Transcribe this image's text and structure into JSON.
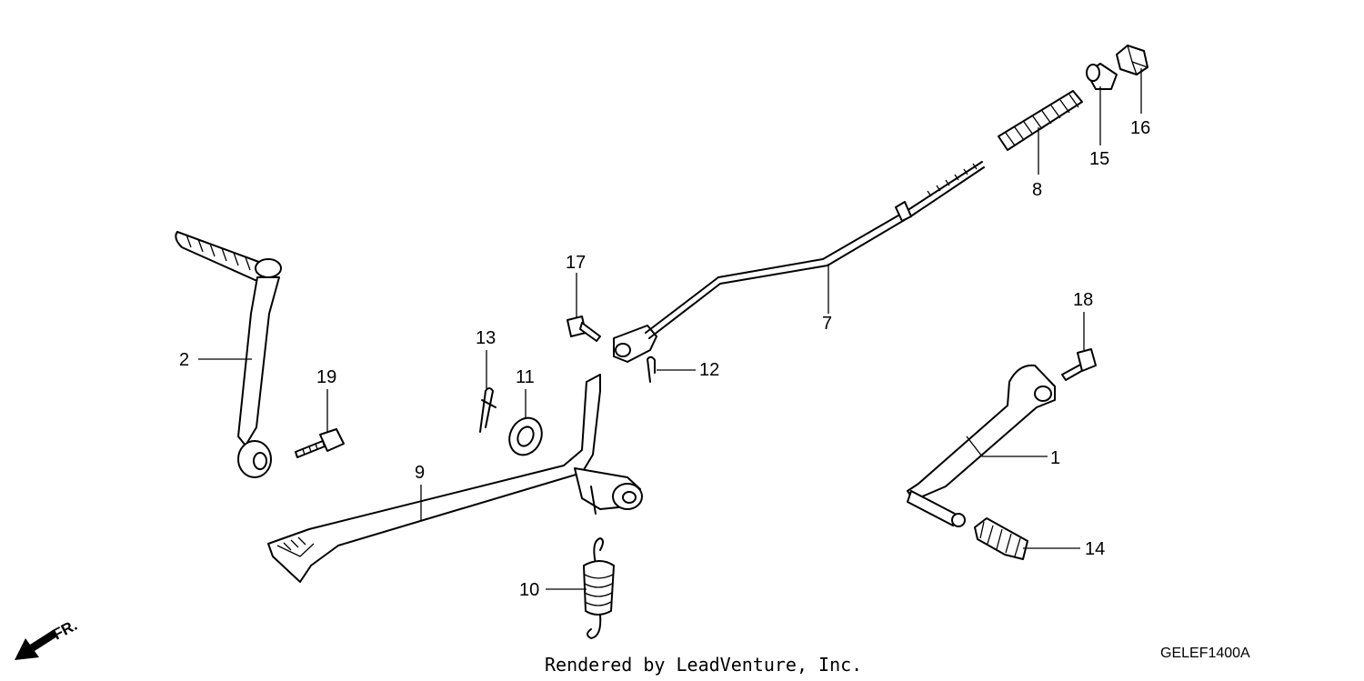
{
  "callouts": [
    "1",
    "2",
    "7",
    "8",
    "9",
    "10",
    "11",
    "12",
    "13",
    "14",
    "15",
    "16",
    "17",
    "18",
    "19"
  ],
  "footer": {
    "rendered_by": "Rendered by LeadVenture, Inc.",
    "diagram_code": "GELEF1400A"
  },
  "orientation": {
    "label": "FR."
  }
}
